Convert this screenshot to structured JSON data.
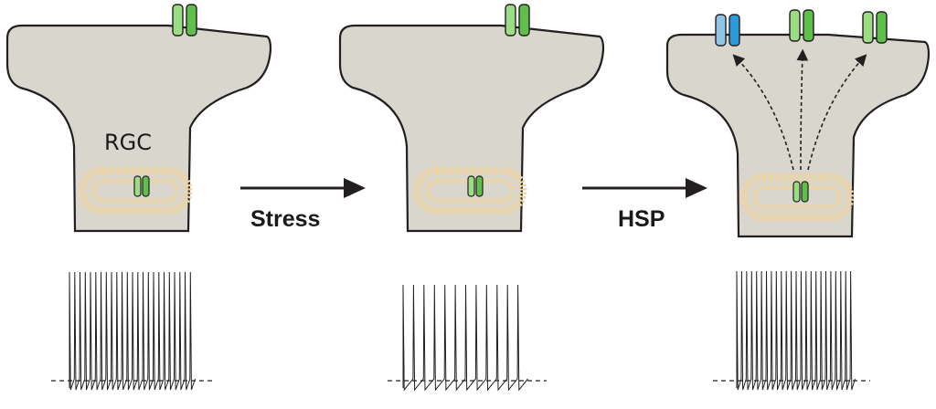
{
  "labels": {
    "cell_label": "RGC",
    "arrow1_label": "Stress",
    "arrow2_label": "HSP"
  },
  "panels": [
    {
      "id": "baseline",
      "surface_channels": [
        "green"
      ],
      "trace_spikes": 24
    },
    {
      "id": "stress",
      "surface_channels": [
        "green"
      ],
      "trace_spikes": 12
    },
    {
      "id": "hsp",
      "surface_channels": [
        "blue",
        "green",
        "green"
      ],
      "trace_spikes": 24
    }
  ],
  "colors": {
    "cell_fill": "#d9d6cd",
    "cell_stroke": "#231f20",
    "channel_green": "#5fbf4a",
    "channel_green_light": "#9bdc84",
    "channel_blue": "#2a9ad8",
    "channel_blue_light": "#8fc6e8",
    "vesicle": "#f2d49a"
  }
}
